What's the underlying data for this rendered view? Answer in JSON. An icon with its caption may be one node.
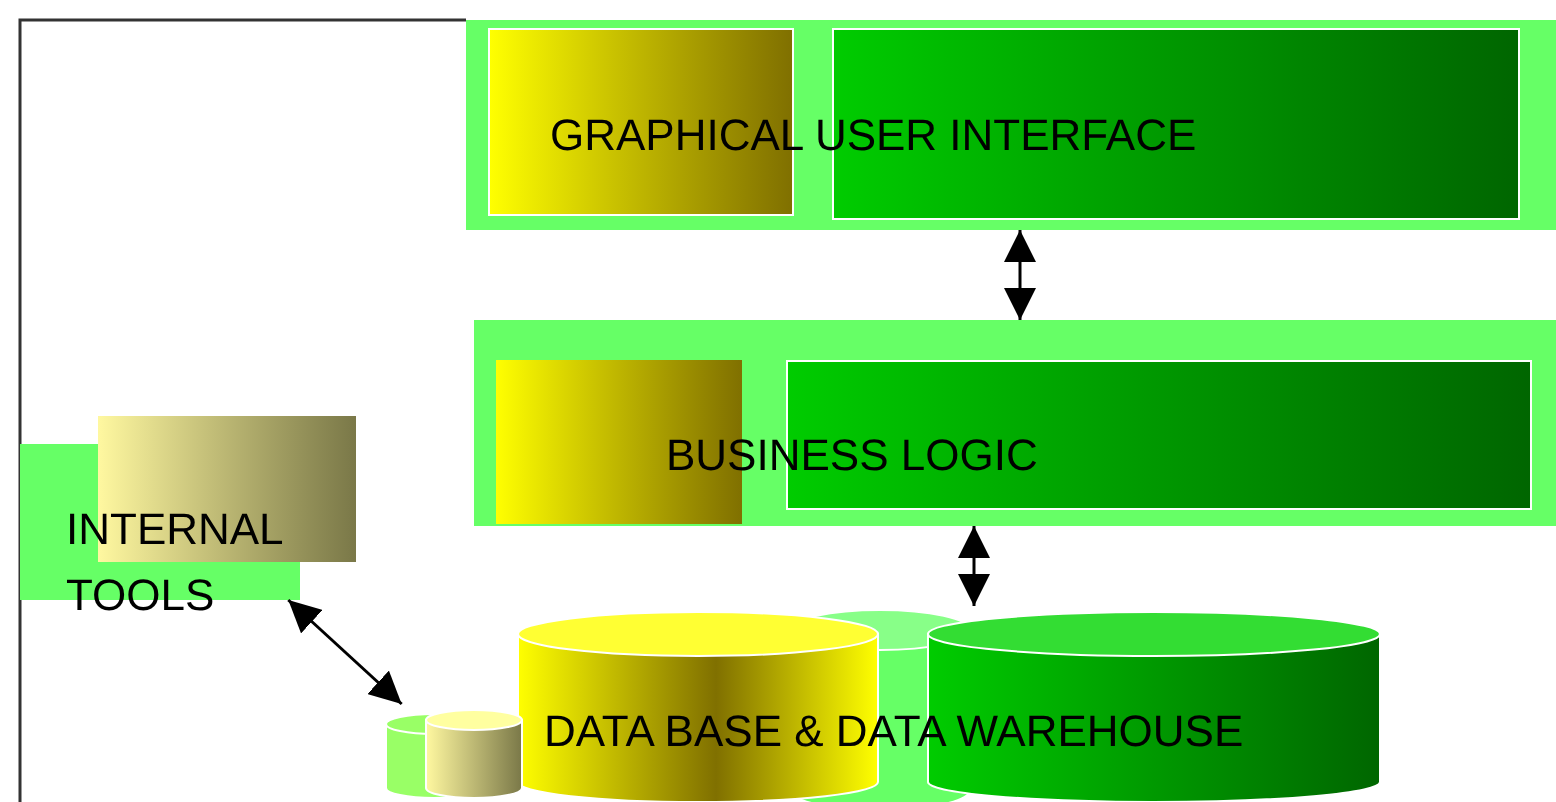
{
  "diagram": {
    "nodes": [
      {
        "text": [
          "GRAPHICAL USER INTERFACE"
        ]
      },
      {
        "text": [
          "BUSINESS LOGIC"
        ]
      },
      {
        "text": [
          "INTERNAL TOOLS"
        ]
      },
      {
        "text": [
          "DATA BASE & DATA WAREHOUSE"
        ]
      },
      {
        "text": [],
        "shape": "cylinder"
      }
    ],
    "edges": [
      {
        "from": 0,
        "to": 1,
        "arrow": "both"
      },
      {
        "from": 1,
        "to": 3,
        "arrow": "both"
      },
      {
        "from": 2,
        "to": 4,
        "arrow": "both"
      }
    ]
  }
}
